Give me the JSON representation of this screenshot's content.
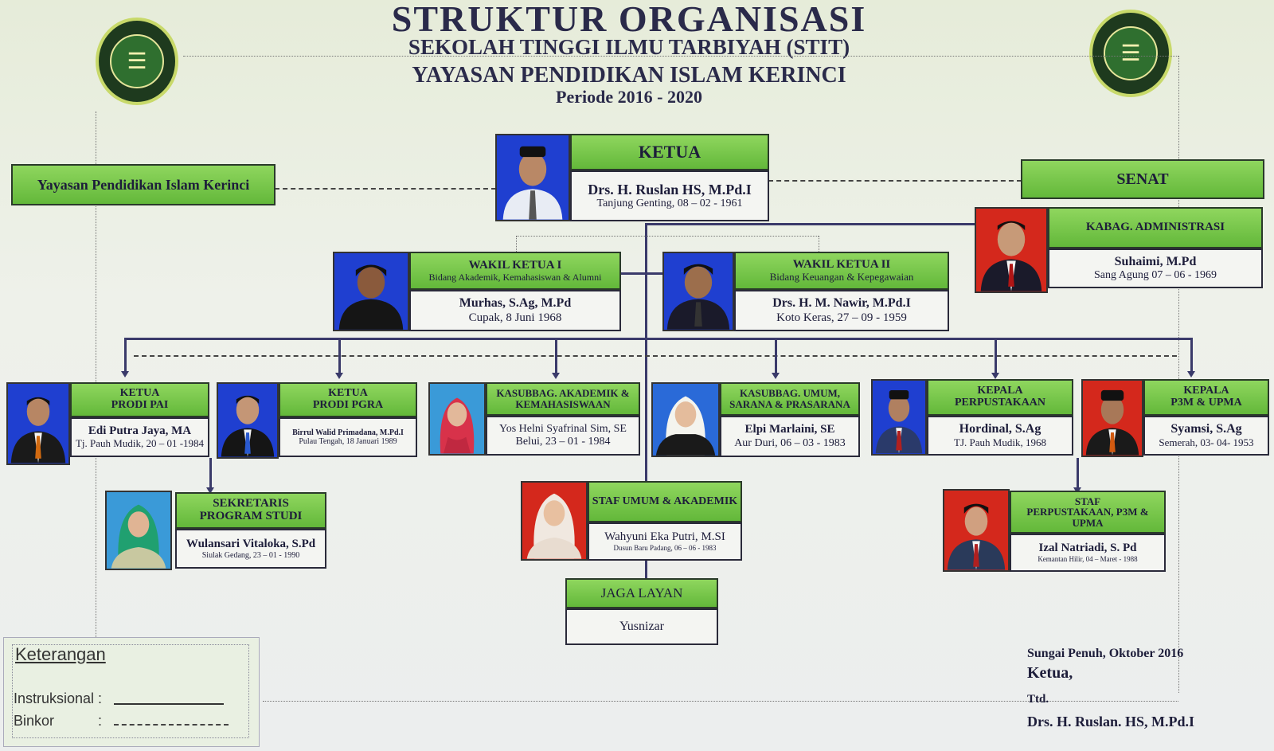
{
  "title": {
    "main": "STRUKTUR ORGANISASI",
    "line2": "SEKOLAH TINGGI ILMU TARBIYAH (STIT)",
    "line3": "YAYASAN PENDIDIKAN ISLAM KERINCI",
    "period": "Periode 2016 - 2020"
  },
  "yayasan": "Yayasan Pendidikan Islam Kerinci",
  "senat": "SENAT",
  "ketua": {
    "role": "KETUA",
    "name": "Drs. H. Ruslan HS, M.Pd.I",
    "detail": "Tanjung Genting, 08 – 02 - 1961"
  },
  "kabag": {
    "role": "KABAG. ADMINISTRASI",
    "name": "Suhaimi, M.Pd",
    "detail": "Sang Agung 07 – 06 - 1969"
  },
  "wakil1": {
    "role": "WAKIL KETUA I",
    "sub": "Bidang Akademik, Kemahasiswan & Alumni",
    "name": "Murhas, S.Ag, M.Pd",
    "detail": "Cupak, 8 Juni 1968"
  },
  "wakil2": {
    "role": "WAKIL KETUA II",
    "sub": "Bidang Keuangan & Kepegawaian",
    "name": "Drs. H. M. Nawir, M.Pd.I",
    "detail": "Koto Keras, 27 – 09 - 1959"
  },
  "units": [
    {
      "role1": "KETUA",
      "role2": "PRODI PAI",
      "name": "Edi Putra Jaya, MA",
      "detail": "Tj. Pauh Mudik, 20 – 01 -1984"
    },
    {
      "role1": "KETUA",
      "role2": "PRODI PGRA",
      "name": "Birrul Walid Primadana, M.Pd.I",
      "detail": "Pulau Tengah, 18 Januari 1989"
    },
    {
      "role1": "KASUBBAG. AKADEMIK &",
      "role2": "KEMAHASISWAAN",
      "name": "Yos Helni Syafrinal Sim, SE",
      "detail": "Belui, 23 – 01 - 1984"
    },
    {
      "role1": "KASUBBAG. UMUM,",
      "role2": "SARANA & PRASARANA",
      "name": "Elpi Marlaini, SE",
      "detail": "Aur Duri, 06 – 03 - 1983"
    },
    {
      "role1": "KEPALA",
      "role2": "PERPUSTAKAAN",
      "name": "Hordinal, S.Ag",
      "detail": "TJ. Pauh Mudik, 1968"
    },
    {
      "role1": "KEPALA",
      "role2": "P3M & UPMA",
      "name": "Syamsi, S.Ag",
      "detail": "Semerah, 03- 04- 1953"
    }
  ],
  "sekretaris": {
    "role1": "SEKRETARIS",
    "role2": "PROGRAM STUDI",
    "name": "Wulansari Vitaloka, S.Pd",
    "detail": "Siulak Gedang, 23 – 01 - 1990"
  },
  "staf_umum": {
    "role": "STAF UMUM & AKADEMIK",
    "name": "Wahyuni Eka Putri, M.SI",
    "detail": "Dusun Baru Padang, 06 – 06 - 1983"
  },
  "staf_perpus": {
    "role1": "STAF",
    "role2": "PERPUSTAKAAN, P3M &",
    "role3": "UPMA",
    "name": "Izal Natriadi, S. Pd",
    "detail": "Kemantan Hilir, 04 – Maret - 1988"
  },
  "jaga": {
    "role": "JAGA LAYAN",
    "name": "Yusnizar"
  },
  "keterangan": {
    "title": "Keterangan",
    "row1": "Instruksional",
    "row2": "Binkor",
    "sep": ":"
  },
  "signature": {
    "place_date": "Sungai Penuh,   Oktober 2016",
    "role": "Ketua,",
    "ttd": "Ttd.",
    "name": "Drs. H. Ruslan. HS, M.Pd.I"
  },
  "colors": {
    "header_green": "#76c84a",
    "photo_blue": "#1f3fd0",
    "photo_red": "#d4281c"
  }
}
